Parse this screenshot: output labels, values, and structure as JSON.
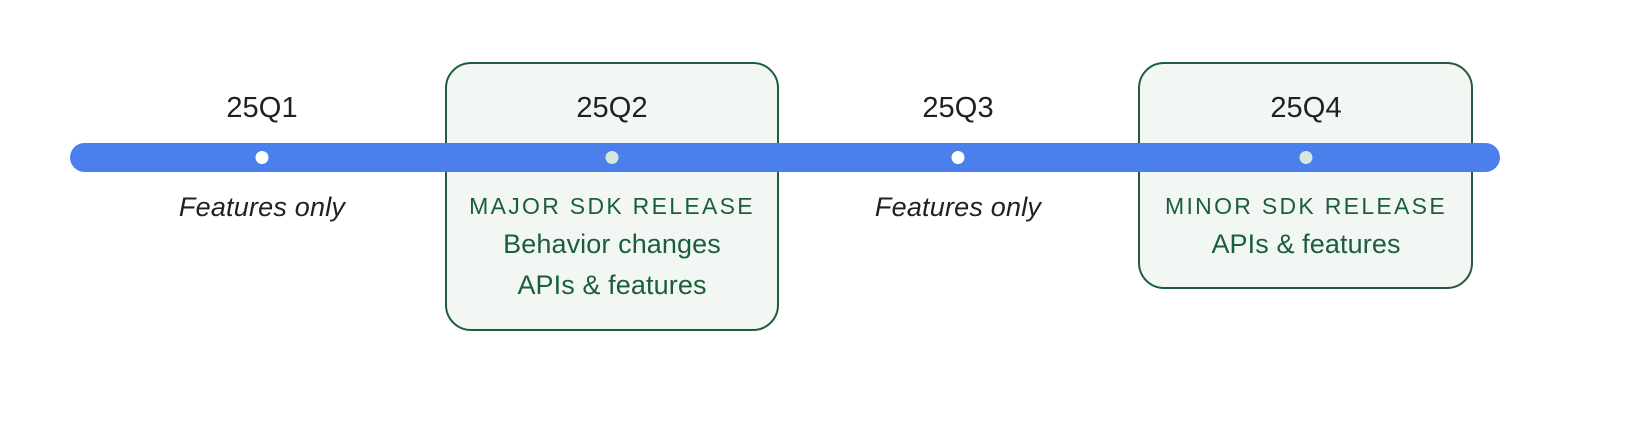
{
  "diagram": {
    "type": "release-timeline",
    "colors": {
      "rail": "#4b7fec",
      "card_border": "#1e5c3a",
      "card_fill": "#f2f7f3",
      "green_text": "#1b5e3a",
      "label_text": "#202124",
      "dot_plain": "#ffffff",
      "dot_highlight": "#d6e7db"
    },
    "quarters": [
      {
        "id": "25q1",
        "label": "25Q1",
        "highlighted": false,
        "dot": "timeline-node-dot",
        "notes": [
          {
            "style": "italic",
            "text": "Features only"
          }
        ]
      },
      {
        "id": "25q2",
        "label": "25Q2",
        "highlighted": true,
        "dot": "timeline-node-dot",
        "notes": [
          {
            "style": "heading",
            "text": "MAJOR SDK RELEASE"
          },
          {
            "style": "body",
            "text": "Behavior changes"
          },
          {
            "style": "body",
            "text": "APIs & features"
          }
        ]
      },
      {
        "id": "25q3",
        "label": "25Q3",
        "highlighted": false,
        "dot": "timeline-node-dot",
        "notes": [
          {
            "style": "italic",
            "text": "Features only"
          }
        ]
      },
      {
        "id": "25q4",
        "label": "25Q4",
        "highlighted": true,
        "dot": "timeline-node-dot",
        "notes": [
          {
            "style": "heading",
            "text": "MINOR SDK RELEASE"
          },
          {
            "style": "body",
            "text": "APIs & features"
          }
        ]
      }
    ]
  }
}
